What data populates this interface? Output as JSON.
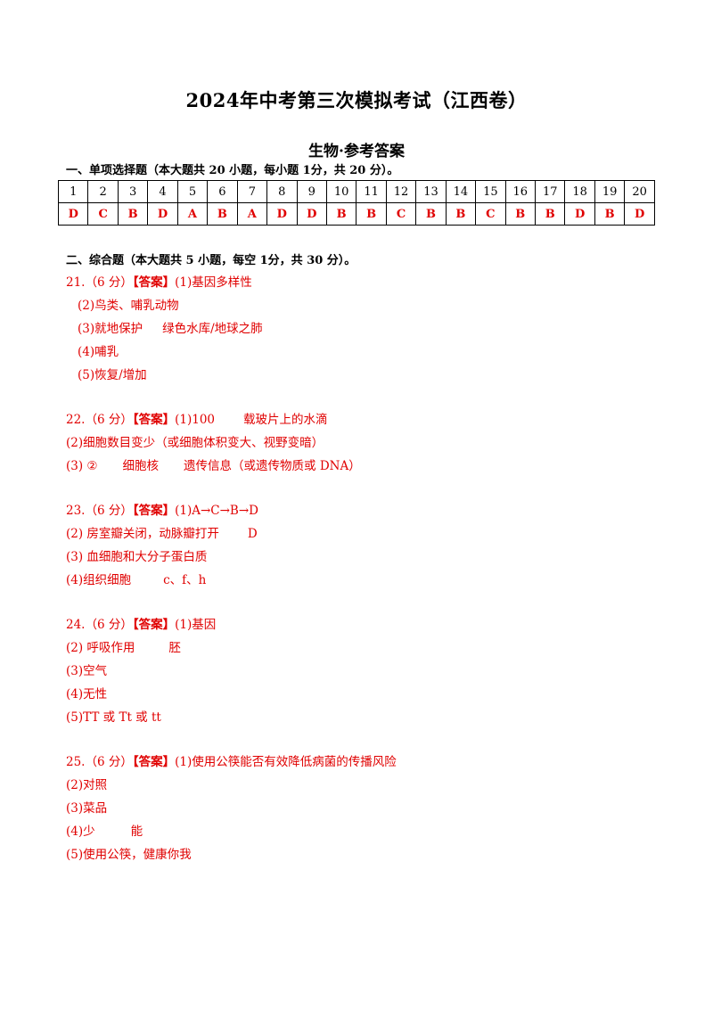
{
  "title": "2024年中考第三次模拟考试（江西卷）",
  "subtitle": "生物·参考答案",
  "section1": "一、单项选择题（本大题共 20 小题，每小题 1分，共 20 分）。",
  "table": {
    "numbers": [
      "1",
      "2",
      "3",
      "4",
      "5",
      "6",
      "7",
      "8",
      "9",
      "10",
      "11",
      "12",
      "13",
      "14",
      "15",
      "16",
      "17",
      "18",
      "19",
      "20"
    ],
    "answers": [
      "D",
      "C",
      "B",
      "D",
      "A",
      "B",
      "A",
      "D",
      "D",
      "B",
      "B",
      "C",
      "B",
      "B",
      "C",
      "B",
      "B",
      "D",
      "B",
      "D"
    ]
  },
  "section2": "二、综合题（本大题共 5 小题，每空 1分，共 30 分）。",
  "q21": {
    "head": "21.（6 分）",
    "tag": "【答案】",
    "a1": "(1)基因多样性",
    "a2": "(2)鸟类、哺乳动物",
    "a3a": "(3)就地保护",
    "a3b": "绿色水库/地球之肺",
    "a4": "(4)哺乳",
    "a5": "(5)恢复/增加"
  },
  "q22": {
    "head": "22.（6 分）",
    "tag": "【答案】",
    "a1a": "(1)100",
    "a1b": "载玻片上的水滴",
    "a2": "(2)细胞数目变少（或细胞体积变大、视野变暗）",
    "a3a": "(3) ②",
    "a3b": "细胞核",
    "a3c": "遗传信息（或遗传物质或 DNA）"
  },
  "q23": {
    "head": "23.（6 分）",
    "tag": "【答案】",
    "a1": "(1)A→C→B→D",
    "a2a": "(2) 房室瓣关闭，动脉瓣打开",
    "a2b": "D",
    "a3": "(3) 血细胞和大分子蛋白质",
    "a4a": "(4)组织细胞",
    "a4b": "c、f、h"
  },
  "q24": {
    "head": "24.（6 分）",
    "tag": "【答案】",
    "a1": "(1)基因",
    "a2a": "(2) 呼吸作用",
    "a2b": "胚",
    "a3": "(3)空气",
    "a4": "(4)无性",
    "a5": "(5)TT 或 Tt 或 tt"
  },
  "q25": {
    "head": "25.（6 分）",
    "tag": "【答案】",
    "a1": "(1)使用公筷能否有效降低病菌的传播风险",
    "a2": "(2)对照",
    "a3": "(3)菜品",
    "a4a": "(4)少",
    "a4b": "能",
    "a5": "(5)使用公筷，健康你我"
  },
  "colors": {
    "answer": "#e00000",
    "text": "#000000"
  }
}
